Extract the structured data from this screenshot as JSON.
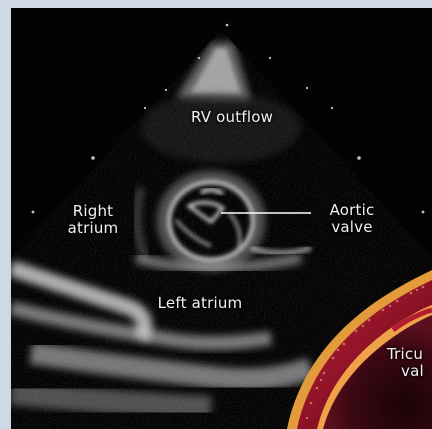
{
  "labels": {
    "rv_outflow": "RV outflow",
    "right_atrium_line1": "Right",
    "right_atrium_line2": "atrium",
    "aortic_valve_line1": "Aortic",
    "aortic_valve_line2": "valve",
    "left_atrium": "Left atrium",
    "tricuspid_line1": "Tricu",
    "tricuspid_line2": "val"
  },
  "colors": {
    "background": "#cfd9e6",
    "echo_black": "#030303",
    "tissue_red": "#a3142a",
    "tissue_orange": "#e39a3b",
    "tissue_dark": "#2b0710"
  }
}
